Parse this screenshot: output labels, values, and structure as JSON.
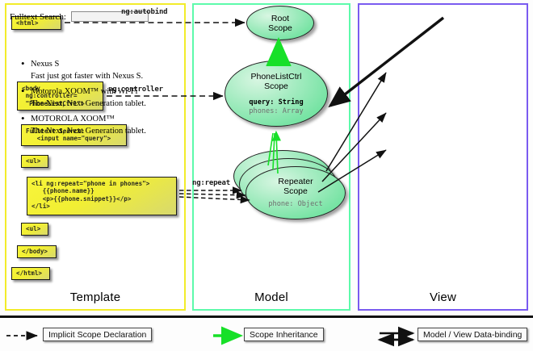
{
  "columns": [
    {
      "key": "template",
      "label": "Template",
      "border_color": "#f2ec2a"
    },
    {
      "key": "model",
      "label": "Model",
      "border_color": "#5dfaab"
    },
    {
      "key": "view",
      "label": "View",
      "border_color": "#7a5bf0"
    }
  ],
  "template": {
    "boxes": [
      {
        "name": "html-open",
        "text": "<html>"
      },
      {
        "name": "body-controller",
        "text": "<body\n ng:controller=\n \"PhoneListCtrl\">"
      },
      {
        "name": "fulltext-search",
        "text": "Fulltext Search:\n   <input name=\"query\">"
      },
      {
        "name": "ul-open",
        "text": "<ul>"
      },
      {
        "name": "li-repeat",
        "text": "<li ng:repeat=\"phone in phones\">\n   {{phone.name}}\n   <p>{{phone.snippet}}</p>\n</li>"
      },
      {
        "name": "ul-close",
        "text": "<ul>"
      },
      {
        "name": "body-close",
        "text": "</body>"
      },
      {
        "name": "html-close",
        "text": "</html>"
      }
    ]
  },
  "connector_labels": {
    "autobind": "ng:autobind",
    "controller": "ng:controller",
    "repeat": "ng:repeat"
  },
  "model": {
    "scopes": [
      {
        "name": "root-scope",
        "title": "Root\nScope",
        "title_lines": [
          "Root",
          "Scope"
        ],
        "attrs": []
      },
      {
        "name": "phonelistctrl-scope",
        "title_lines": [
          "PhoneListCtrl",
          "Scope"
        ],
        "attrs": [
          {
            "text": "query: String",
            "style": "strong"
          },
          {
            "text": "phones: Array",
            "style": "dim"
          }
        ]
      },
      {
        "name": "repeater-scope",
        "title_lines": [
          "Repeater",
          "Scope"
        ],
        "attrs": [
          {
            "text": "phone: Object",
            "style": "dim"
          }
        ]
      }
    ]
  },
  "view": {
    "search_label": "Fulltext Search:",
    "search_value": "",
    "search_placeholder": "",
    "phones": [
      {
        "name": "Nexus S",
        "snippet": "Fast just got faster with Nexus S."
      },
      {
        "name": "Motorola XOOM™  with Wi-Fi",
        "snippet": "The Next, Next Generation tablet."
      },
      {
        "name": "MOTOROLA XOOM™",
        "snippet": "The Next, Next Generation tablet."
      }
    ]
  },
  "legend": [
    {
      "name": "implicit-scope-declaration",
      "label": "Implicit Scope Declaration",
      "arrow": "dashed-black"
    },
    {
      "name": "scope-inheritance",
      "label": "Scope Inheritance",
      "arrow": "solid-green"
    },
    {
      "name": "model-view-data-binding",
      "label": "Model / View Data-binding",
      "arrow": "double-black"
    }
  ],
  "colors": {
    "code_box_fill": "#f5f23a",
    "scope_fill": "#7ae4a6",
    "inheritance_arrow": "#17e028",
    "template_border": "#f2ec2a",
    "model_border": "#5dfaab",
    "view_border": "#7a5bf0"
  }
}
